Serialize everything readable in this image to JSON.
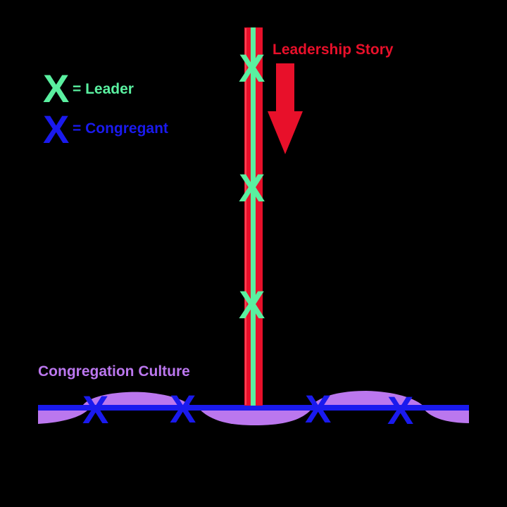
{
  "legend": {
    "leader_glyph": "X",
    "leader_label": "= Leader",
    "congregant_glyph": "X",
    "congregant_label": "= Congregant"
  },
  "labels": {
    "leadership_story": "Leadership Story",
    "congregation_culture": "Congregation Culture"
  },
  "markers": {
    "leader_glyph": "X",
    "leader_count": 3,
    "congregant_glyph": "X",
    "congregant_count": 4
  },
  "colors": {
    "background": "#000000",
    "leader": "#5af0a0",
    "congregant": "#1a1aee",
    "leadership_story": "#e8102a",
    "congregation_culture": "#bb77ee"
  }
}
